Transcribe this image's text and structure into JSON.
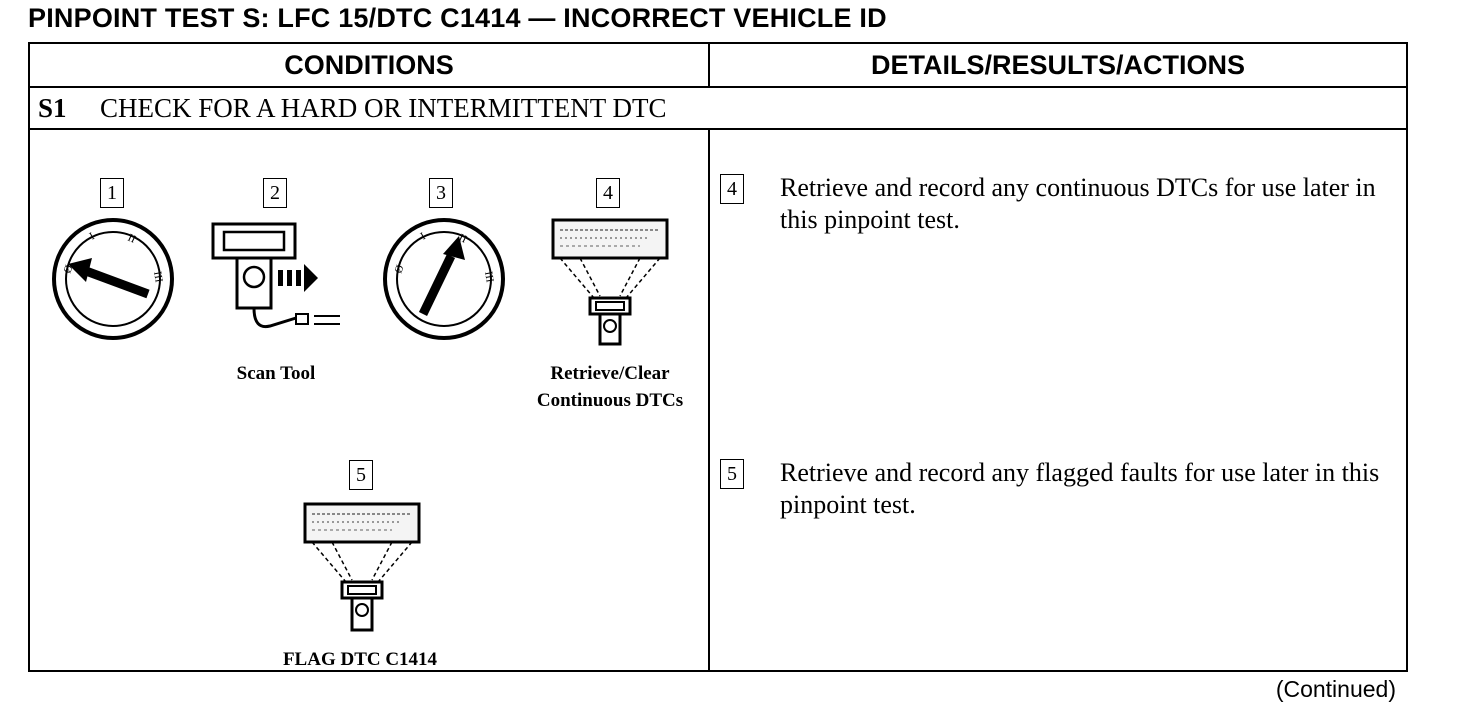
{
  "title": "PINPOINT TEST S:  LFC 15/DTC C1414 — INCORRECT VEHICLE ID",
  "headers": {
    "conditions": "CONDITIONS",
    "details": "DETAILS/RESULTS/ACTIONS"
  },
  "step": {
    "number": "S1",
    "label": "CHECK FOR A HARD OR INTERMITTENT DTC"
  },
  "figures": [
    {
      "num": "1",
      "icon": "ignition-switch-off-icon",
      "caption": ""
    },
    {
      "num": "2",
      "icon": "scan-tool-connect-icon",
      "caption": "Scan Tool"
    },
    {
      "num": "3",
      "icon": "ignition-switch-run-icon",
      "caption": ""
    },
    {
      "num": "4",
      "icon": "scan-tool-display-icon",
      "caption_line1": "Retrieve/Clear",
      "caption_line2": "Continuous DTCs"
    },
    {
      "num": "5",
      "icon": "scan-tool-display-icon",
      "caption": "FLAG DTC C1414"
    }
  ],
  "actions": [
    {
      "num": "4",
      "text": "Retrieve and record any continuous DTCs for use later in this pinpoint test."
    },
    {
      "num": "5",
      "text": "Retrieve and record any flagged faults for use later in this pinpoint test."
    }
  ],
  "footer": "(Continued)"
}
